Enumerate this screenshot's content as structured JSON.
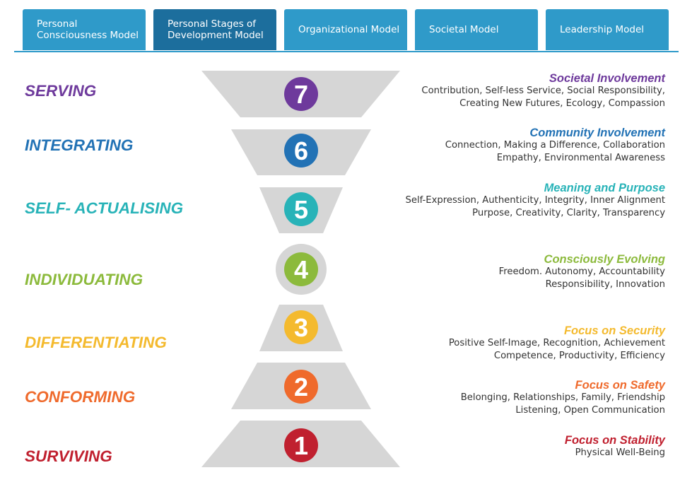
{
  "tabs": [
    {
      "label": "Personal Consciousness Model",
      "active": false
    },
    {
      "label": "Personal Stages of Development Model",
      "active": true
    },
    {
      "label": "Organizational Model",
      "active": false
    },
    {
      "label": "Societal Model",
      "active": false
    },
    {
      "label": "Leadership Model",
      "active": false
    }
  ],
  "colors": {
    "tab": "#2f9ac9",
    "tab_active": "#1c6e9d",
    "shape": "#d6d6d6",
    "level7": "#6e3a9c",
    "level6": "#2272b5",
    "level5": "#28b3b8",
    "level4": "#8cba3c",
    "level3": "#f4ba2e",
    "level2": "#ef6a2c",
    "level1": "#c0202f"
  },
  "levels": [
    {
      "number": "7",
      "name": "SERVING",
      "heading": "Societal Involvement",
      "lines": [
        "Contribution, Self-less Service, Social Responsibility,",
        "Creating New Futures, Ecology, Compassion"
      ]
    },
    {
      "number": "6",
      "name": "INTEGRATING",
      "heading": "Community Involvement",
      "lines": [
        "Connection, Making a Difference, Collaboration",
        "Empathy, Environmental Awareness"
      ]
    },
    {
      "number": "5",
      "name": "SELF- ACTUALISING",
      "heading": "Meaning and Purpose",
      "lines": [
        "Self-Expression, Authenticity, Integrity, Inner Alignment",
        "Purpose, Creativity, Clarity, Transparency"
      ]
    },
    {
      "number": "4",
      "name": "INDIVIDUATING",
      "heading": "Consciously Evolving",
      "lines": [
        "Freedom. Autonomy,  Accountability",
        "Responsibility, Innovation"
      ]
    },
    {
      "number": "3",
      "name": "DIFFERENTIATING",
      "heading": "Focus on Security",
      "lines": [
        "Positive Self-Image, Recognition, Achievement",
        "Competence, Productivity, Efficiency"
      ]
    },
    {
      "number": "2",
      "name": "CONFORMING",
      "heading": "Focus on Safety",
      "lines": [
        "Belonging, Relationships, Family, Friendship",
        "Listening, Open Communication"
      ]
    },
    {
      "number": "1",
      "name": "SURVIVING",
      "heading": "Focus on  Stability",
      "lines": [
        "Physical Well-Being"
      ]
    }
  ]
}
